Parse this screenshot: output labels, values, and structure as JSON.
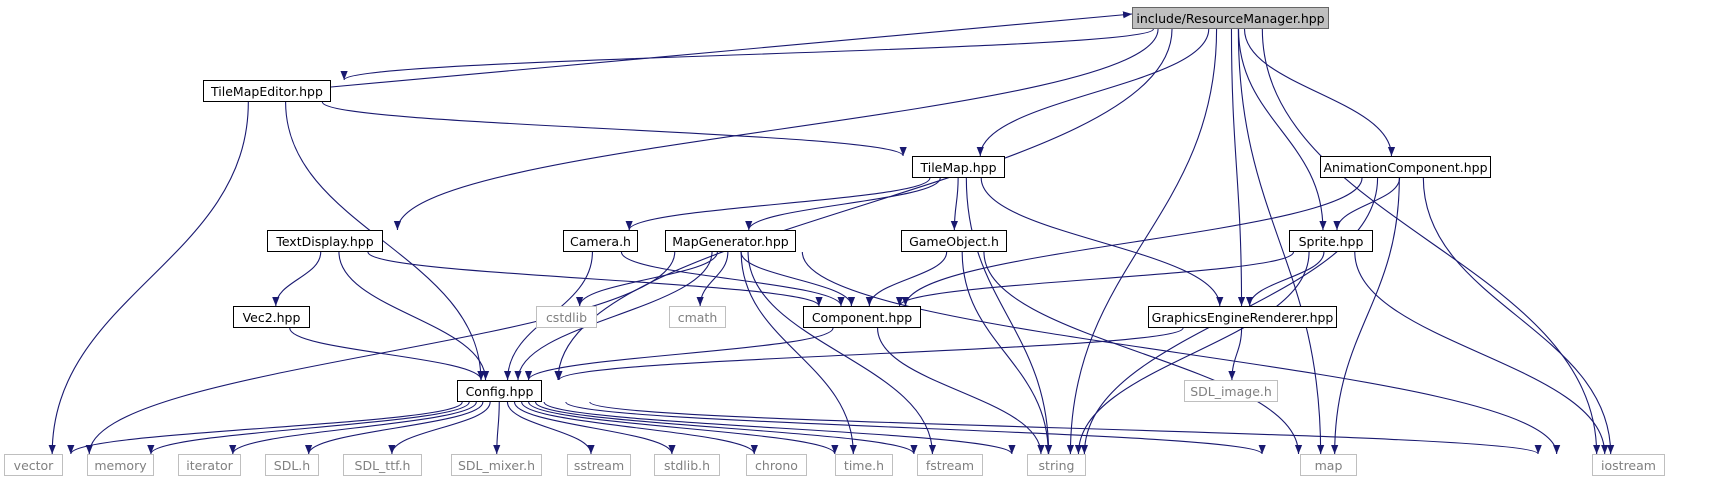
{
  "colors": {
    "edge": "#191970",
    "project_border": "#000000",
    "system_border": "#bfbfbf",
    "system_text": "#808080",
    "root_fill": "#bfbfbf"
  },
  "nodes": {
    "resourcemanager": "include/ResourceManager.hpp",
    "tilemapeditor": "TileMapEditor.hpp",
    "tilemap": "TileMap.hpp",
    "animationcomponent": "AnimationComponent.hpp",
    "textdisplay": "TextDisplay.hpp",
    "camera": "Camera.h",
    "mapgenerator": "MapGenerator.hpp",
    "gameobject": "GameObject.h",
    "sprite": "Sprite.hpp",
    "vec2": "Vec2.hpp",
    "cstdlib": "cstdlib",
    "cmath": "cmath",
    "component": "Component.hpp",
    "graphicsenginerenderer": "GraphicsEngineRenderer.hpp",
    "config": "Config.hpp",
    "sdl_image": "SDL_image.h",
    "vector": "vector",
    "memory": "memory",
    "iterator": "iterator",
    "sdl": "SDL.h",
    "sdl_ttf": "SDL_ttf.h",
    "sdl_mixer": "SDL_mixer.h",
    "sstream": "sstream",
    "stdlib": "stdlib.h",
    "chrono": "chrono",
    "time": "time.h",
    "fstream": "fstream",
    "string": "string",
    "map": "map",
    "iostream": "iostream"
  },
  "edges": [
    [
      "resourcemanager",
      "tilemapeditor"
    ],
    [
      "tilemapeditor",
      "resourcemanager"
    ],
    [
      "resourcemanager",
      "textdisplay"
    ],
    [
      "resourcemanager",
      "config"
    ],
    [
      "resourcemanager",
      "tilemap"
    ],
    [
      "resourcemanager",
      "graphicsenginerenderer"
    ],
    [
      "resourcemanager",
      "animationcomponent"
    ],
    [
      "resourcemanager",
      "sprite"
    ],
    [
      "resourcemanager",
      "string"
    ],
    [
      "resourcemanager",
      "map"
    ],
    [
      "resourcemanager",
      "iostream"
    ],
    [
      "tilemapeditor",
      "tilemap"
    ],
    [
      "tilemapeditor",
      "vector"
    ],
    [
      "tilemapeditor",
      "config"
    ],
    [
      "tilemap",
      "camera"
    ],
    [
      "tilemap",
      "mapgenerator"
    ],
    [
      "tilemap",
      "gameobject"
    ],
    [
      "tilemap",
      "graphicsenginerenderer"
    ],
    [
      "tilemap",
      "string"
    ],
    [
      "animationcomponent",
      "component"
    ],
    [
      "animationcomponent",
      "sprite"
    ],
    [
      "animationcomponent",
      "string"
    ],
    [
      "animationcomponent",
      "map"
    ],
    [
      "animationcomponent",
      "iostream"
    ],
    [
      "textdisplay",
      "vec2"
    ],
    [
      "textdisplay",
      "config"
    ],
    [
      "textdisplay",
      "component"
    ],
    [
      "camera",
      "component"
    ],
    [
      "camera",
      "config"
    ],
    [
      "mapgenerator",
      "vector"
    ],
    [
      "mapgenerator",
      "config"
    ],
    [
      "mapgenerator",
      "cstdlib"
    ],
    [
      "mapgenerator",
      "cmath"
    ],
    [
      "mapgenerator",
      "component"
    ],
    [
      "mapgenerator",
      "time"
    ],
    [
      "mapgenerator",
      "fstream"
    ],
    [
      "mapgenerator",
      "iostream"
    ],
    [
      "gameobject",
      "component"
    ],
    [
      "gameobject",
      "string"
    ],
    [
      "gameobject",
      "map"
    ],
    [
      "sprite",
      "component"
    ],
    [
      "sprite",
      "graphicsenginerenderer"
    ],
    [
      "sprite",
      "string"
    ],
    [
      "sprite",
      "iostream"
    ],
    [
      "vec2",
      "config"
    ],
    [
      "component",
      "config"
    ],
    [
      "component",
      "string"
    ],
    [
      "graphicsenginerenderer",
      "config"
    ],
    [
      "graphicsenginerenderer",
      "sdl_image"
    ],
    [
      "config",
      "vector"
    ],
    [
      "config",
      "memory"
    ],
    [
      "config",
      "iterator"
    ],
    [
      "config",
      "sdl"
    ],
    [
      "config",
      "sdl_ttf"
    ],
    [
      "config",
      "sdl_mixer"
    ],
    [
      "config",
      "sstream"
    ],
    [
      "config",
      "stdlib"
    ],
    [
      "config",
      "chrono"
    ],
    [
      "config",
      "time"
    ],
    [
      "config",
      "fstream"
    ],
    [
      "config",
      "string"
    ],
    [
      "config",
      "map"
    ],
    [
      "config",
      "iostream"
    ]
  ]
}
